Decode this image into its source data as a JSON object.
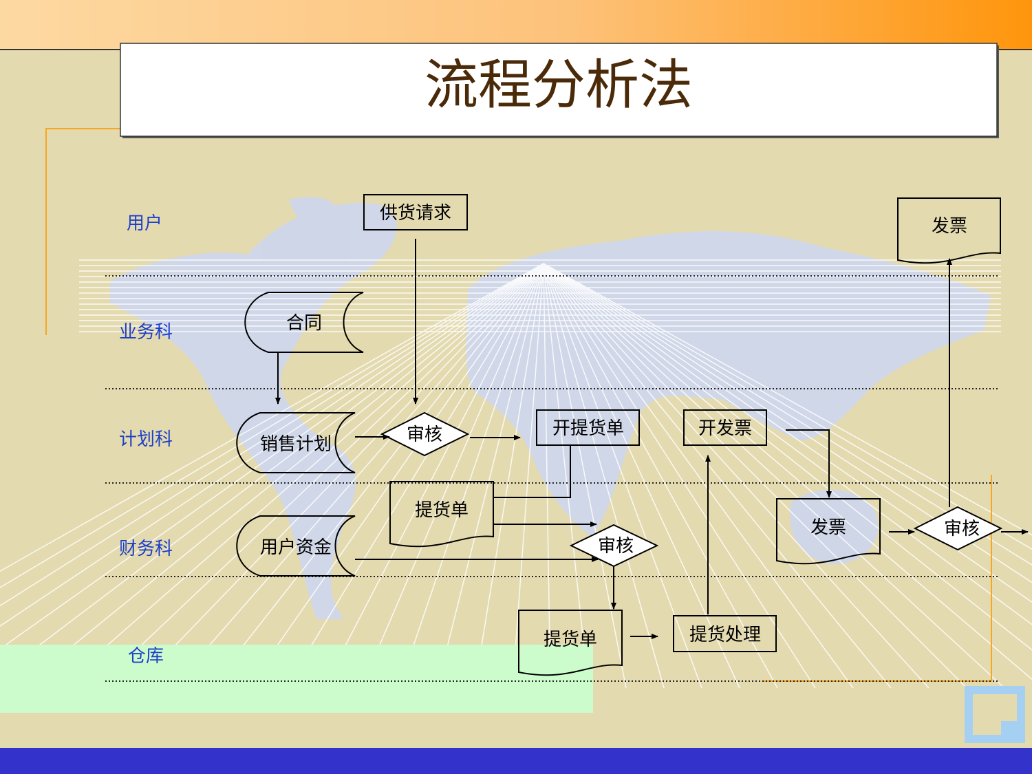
{
  "title": "流程分析法",
  "lanes": [
    "用户",
    "业务科",
    "计划科",
    "财务科",
    "仓库"
  ],
  "nodes": {
    "supply_request": "供货请求",
    "contract": "合同",
    "sales_plan": "销售计划",
    "review1": "审核",
    "issue_delivery_note": "开提货单",
    "issue_invoice": "开发票",
    "delivery_note1": "提货单",
    "customer_funds": "用户资金",
    "review2": "审核",
    "delivery_note2": "提货单",
    "delivery_processing": "提货处理",
    "invoice1": "发票",
    "review3": "审核",
    "invoice_user": "发票"
  },
  "colors": {
    "lane_text": "#1d3fc8",
    "title_text": "#4a2a08",
    "accent_orange": "#ff9a10",
    "footer_blue": "#3333cc",
    "warehouse_highlight": "#ccfccc"
  }
}
